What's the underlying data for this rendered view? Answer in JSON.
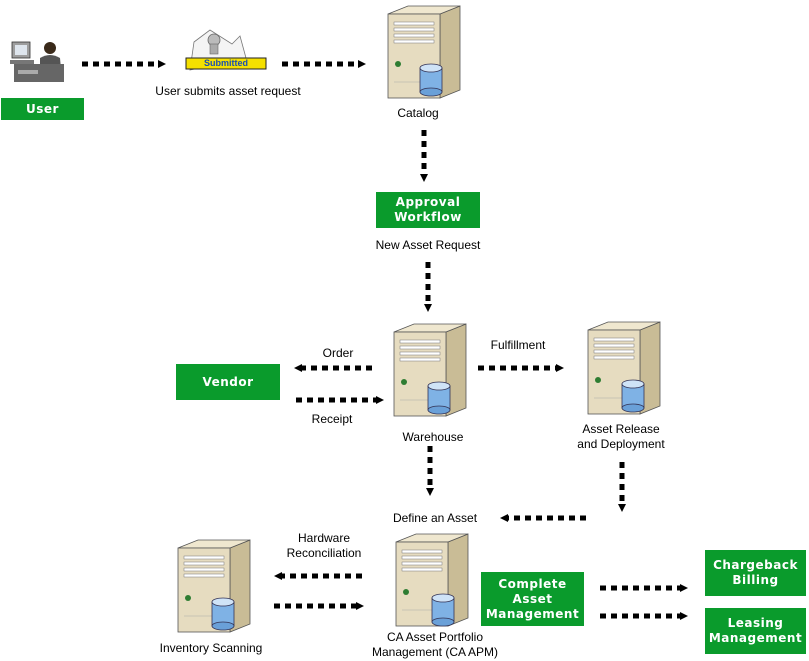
{
  "nodes": {
    "user": {
      "label": "User"
    },
    "submitted_tag": "Submitted",
    "submit_caption": "User submits asset request",
    "catalog": "Catalog",
    "approval": {
      "label": "Approval Workflow"
    },
    "new_request": "New Asset Request",
    "order": "Order",
    "fulfillment": "Fulfillment",
    "vendor": {
      "label": "Vendor"
    },
    "receipt": "Receipt",
    "warehouse": "Warehouse",
    "release_line1": "Asset Release",
    "release_line2": "and Deployment",
    "define": "Define an Asset",
    "hw_line1": "Hardware",
    "hw_line2": "Reconciliation",
    "inventory": "Inventory Scanning",
    "apm_line1": "CA Asset Portfolio",
    "apm_line2": "Management (CA APM)",
    "complete": {
      "label": "Complete Asset Management"
    },
    "chargeback": {
      "label": "Chargeback Billing"
    },
    "leasing": {
      "label": "Leasing Management"
    }
  },
  "colors": {
    "green_box": "#0a9b2c",
    "server_body": "#e6dcc0",
    "server_side": "#c9bc96",
    "database": "#7fb2e5",
    "arrow": "#000000",
    "submitted_bar": "#f5e000"
  },
  "icons": [
    "user-at-computer-icon",
    "submitted-stamp-icon",
    "server-icon",
    "database-icon",
    "arrow-icon"
  ]
}
